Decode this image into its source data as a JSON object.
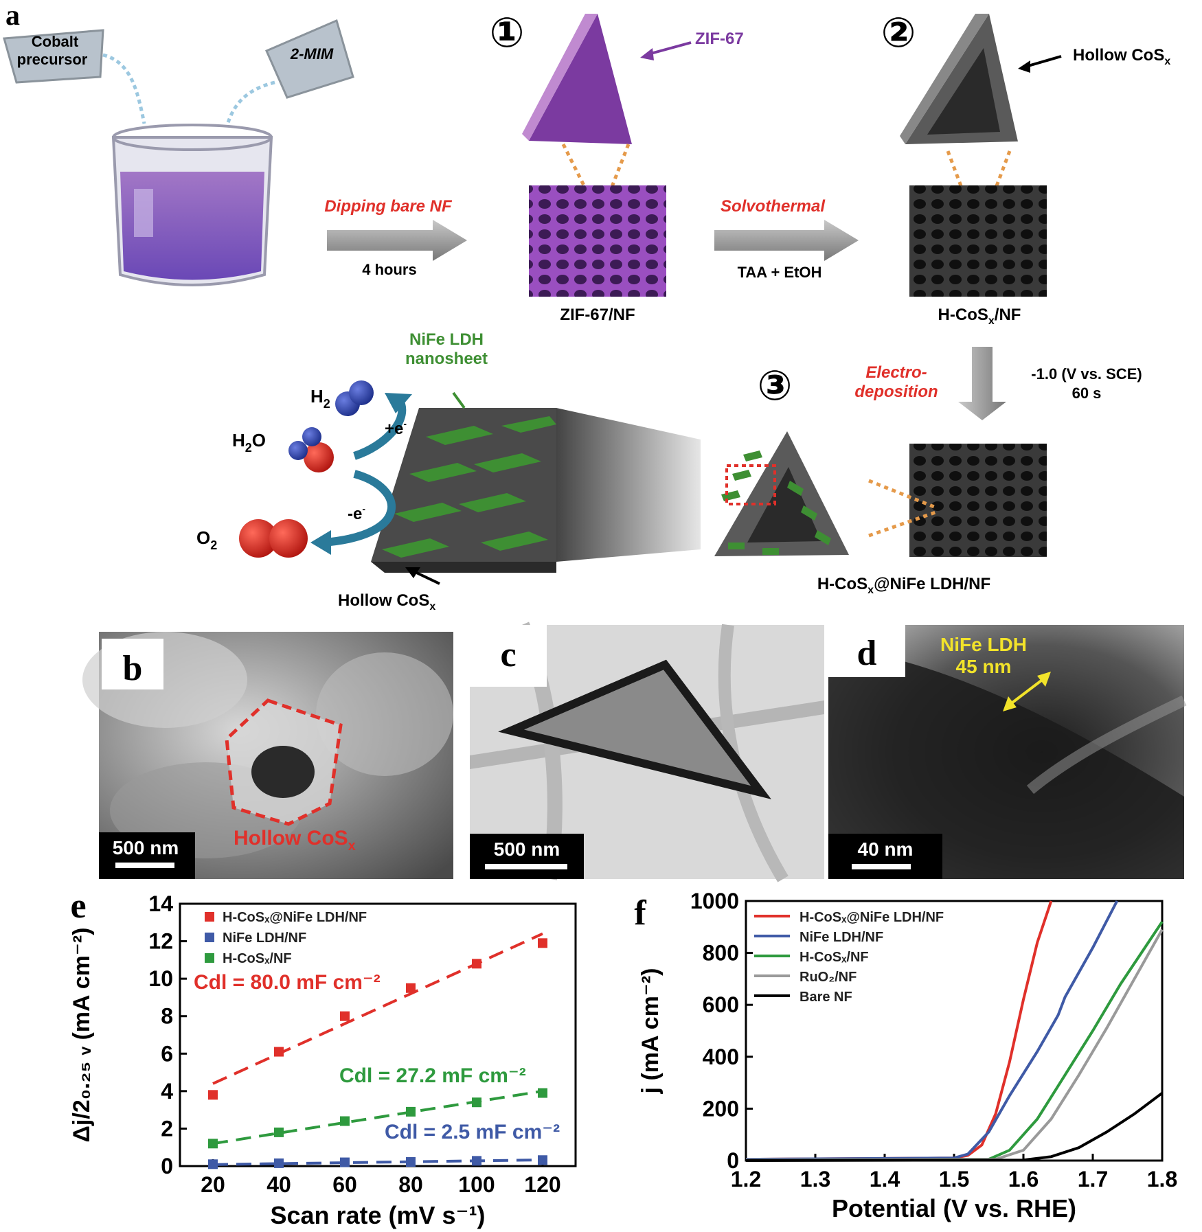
{
  "panel_a": {
    "letter": "a",
    "beaker_left_label_line1": "Cobalt",
    "beaker_left_label_line2": "precursor",
    "beaker_right_label": "2-MIM",
    "step1_number": "①",
    "step2_number": "②",
    "step3_number": "③",
    "zif_callout": "ZIF-67",
    "hollow_callout": "Hollow CoS",
    "hollow_callout_sub": "x",
    "arrow1_top": "Dipping bare NF",
    "arrow1_bottom": "4 hours",
    "arrow2_top": "Solvothermal",
    "arrow2_bottom": "TAA + EtOH",
    "foam1_caption": "ZIF-67/NF",
    "foam2_caption_pre": "H-CoS",
    "foam2_caption_sub": "x",
    "foam2_caption_post": "/NF",
    "arrow3_left_line1": "Electro-",
    "arrow3_left_line2": "deposition",
    "arrow3_right_line1": "-1.0 (V vs. SCE)",
    "arrow3_right_line2": "60 s",
    "ldh_label_line1": "NiFe LDH",
    "ldh_label_line2": "nanosheet",
    "h2_label": "H",
    "h2_sub": "2",
    "h2o_label_pre": "H",
    "h2o_label_sub": "2",
    "h2o_label_post": "O",
    "o2_label": "O",
    "o2_sub": "2",
    "plus_e": "+e",
    "minus_e": "-e",
    "e_sup": "-",
    "hollow_bottom_label": "Hollow CoS",
    "hollow_bottom_sub": "x",
    "foam3_caption_pre": "H-CoS",
    "foam3_caption_sub": "x",
    "foam3_caption_post": "@NiFe LDH/NF",
    "colors": {
      "zif": "#7b3aa0",
      "red_text": "#e0302a",
      "ldh_green": "#3e8f33",
      "arrow_gray": "#8a8a8a"
    }
  },
  "panel_b": {
    "letter": "b",
    "scale": "500 nm",
    "label": "Hollow CoS",
    "label_sub": "x"
  },
  "panel_c": {
    "letter": "c",
    "scale": "500 nm"
  },
  "panel_d": {
    "letter": "d",
    "scale": "40 nm",
    "label_line1": "NiFe LDH",
    "label_line2": "45 nm"
  },
  "chart_data": [
    {
      "panel": "e",
      "type": "scatter",
      "xlabel": "Scan rate (mV s⁻¹)",
      "ylabel": "Δj/2₀.₂₅ ᵥ (mA cm⁻²)",
      "xlim": [
        10,
        130
      ],
      "ylim": [
        0,
        14
      ],
      "xticks": [
        20,
        40,
        60,
        80,
        100,
        120
      ],
      "yticks": [
        0,
        2,
        4,
        6,
        8,
        10,
        12,
        14
      ],
      "grid": false,
      "legend_position": "top-left",
      "series": [
        {
          "name": "H-CoSₓ@NiFe LDH/NF",
          "color": "#e0302a",
          "x": [
            20,
            40,
            60,
            80,
            100,
            120
          ],
          "y": [
            3.8,
            6.1,
            8.0,
            9.5,
            10.8,
            11.9
          ],
          "fit": [
            4.4,
            12.4
          ],
          "annotation": "Cdl = 80.0 mF cm⁻²"
        },
        {
          "name": "NiFe LDH/NF",
          "color": "#3f5aa6",
          "x": [
            20,
            40,
            60,
            80,
            100,
            120
          ],
          "y": [
            0.1,
            0.15,
            0.2,
            0.22,
            0.28,
            0.32
          ],
          "fit": [
            0.08,
            0.33
          ],
          "annotation": "Cdl = 2.5 mF cm⁻²"
        },
        {
          "name": "H-CoSₓ/NF",
          "color": "#2e9a3e",
          "x": [
            20,
            40,
            60,
            80,
            100,
            120
          ],
          "y": [
            1.2,
            1.8,
            2.4,
            2.9,
            3.4,
            3.9
          ],
          "fit": [
            1.2,
            4.0
          ],
          "annotation": "Cdl = 27.2 mF cm⁻²"
        }
      ]
    },
    {
      "panel": "f",
      "type": "line",
      "xlabel": "Potential (V vs. RHE)",
      "ylabel": "j (mA cm⁻²)",
      "xlim": [
        1.2,
        1.8
      ],
      "ylim": [
        0,
        1000
      ],
      "xticks": [
        1.2,
        1.3,
        1.4,
        1.5,
        1.6,
        1.7,
        1.8
      ],
      "yticks": [
        0,
        200,
        400,
        600,
        800,
        1000
      ],
      "grid": false,
      "legend_position": "top-left",
      "series": [
        {
          "name": "H-CoSₓ@NiFe LDH/NF",
          "color": "#e0302a",
          "x": [
            1.2,
            1.5,
            1.52,
            1.54,
            1.56,
            1.58,
            1.6,
            1.62,
            1.64
          ],
          "y": [
            5,
            10,
            20,
            60,
            180,
            380,
            620,
            840,
            1000
          ]
        },
        {
          "name": "NiFe LDH/NF",
          "color": "#3f5aa6",
          "x": [
            1.2,
            1.5,
            1.52,
            1.55,
            1.58,
            1.62,
            1.65,
            1.66,
            1.7,
            1.735
          ],
          "y": [
            5,
            10,
            25,
            110,
            250,
            420,
            560,
            630,
            820,
            1000
          ]
        },
        {
          "name": "H-CoSₓ/NF",
          "color": "#2e9a3e",
          "x": [
            1.2,
            1.55,
            1.58,
            1.62,
            1.66,
            1.7,
            1.74,
            1.78,
            1.8
          ],
          "y": [
            2,
            5,
            40,
            160,
            330,
            500,
            680,
            840,
            920
          ]
        },
        {
          "name": "RuO₂/NF",
          "color": "#9a9a9a",
          "x": [
            1.2,
            1.56,
            1.6,
            1.64,
            1.68,
            1.72,
            1.76,
            1.8
          ],
          "y": [
            2,
            5,
            40,
            160,
            330,
            510,
            700,
            890
          ]
        },
        {
          "name": "Bare NF",
          "color": "#000000",
          "x": [
            1.2,
            1.6,
            1.64,
            1.68,
            1.72,
            1.76,
            1.8
          ],
          "y": [
            0,
            2,
            15,
            50,
            110,
            180,
            260
          ]
        }
      ]
    }
  ]
}
